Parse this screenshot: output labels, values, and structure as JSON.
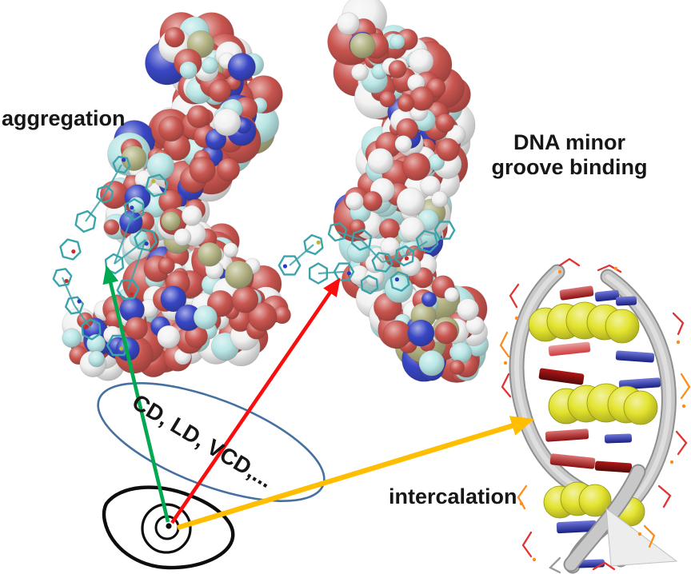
{
  "figure": {
    "background_color": "#ffffff",
    "labels": {
      "aggregation": "aggregation",
      "minor_groove_line1": "DNA minor",
      "minor_groove_line2": "groove binding",
      "techniques": "CD, LD, VCD,...",
      "intercalation": "intercalation"
    },
    "arrows": {
      "aggregation": {
        "color": "#00a94f"
      },
      "minor_groove": {
        "color": "#fb0d0d"
      },
      "intercalation": {
        "color": "#ffbf00"
      }
    },
    "ellipse_color": "#45709f",
    "eye_color": "#0d0d0d",
    "palette": {
      "surface_red": "#c9554f",
      "surface_white": "#f1f1f1",
      "surface_cyan": "#b9e6e6",
      "surface_blue": "#3947c5",
      "surface_tan": "#b3b383",
      "ligand_cyan": "#3ba4ab",
      "ribbon_gray": "#c8c8c8",
      "base_red": "#c81818",
      "base_blue": "#2330c8",
      "sphere_yellow": "#e3e32e",
      "stick_orange": "#ff8c1a",
      "stick_red": "#e03434"
    }
  }
}
